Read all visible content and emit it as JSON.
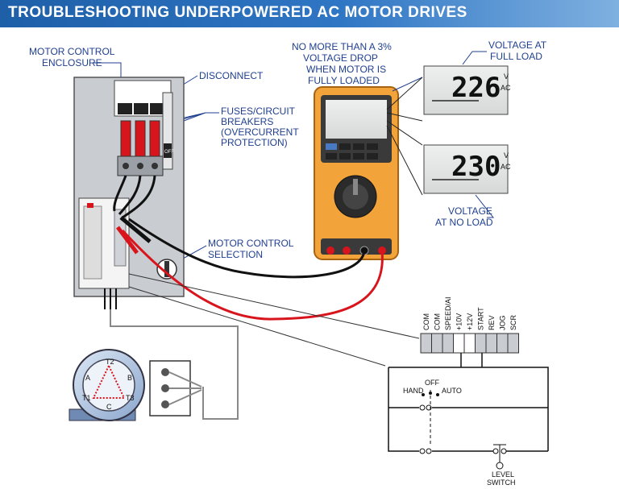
{
  "title": "TROUBLESHOOTING UNDERPOWERED AC MOTOR DRIVES",
  "labels": {
    "enclosure_l1": "MOTOR CONTROL",
    "enclosure_l2": "ENCLOSURE",
    "disconnect": "DISCONNECT",
    "fuses_l1": "FUSES/CIRCUIT",
    "fuses_l2": "BREAKERS",
    "fuses_l3": "(OVERCURRENT",
    "fuses_l4": "PROTECTION)",
    "selection_l1": "MOTOR CONTROL",
    "selection_l2": "SELECTION",
    "drop_l1": "NO MORE THAN A 3%",
    "drop_l2": "VOLTAGE DROP",
    "drop_l3": "WHEN MOTOR IS",
    "drop_l4": "FULLY LOADED",
    "full_l1": "VOLTAGE AT",
    "full_l2": "FULL LOAD",
    "noload_l1": "VOLTAGE",
    "noload_l2": "AT NO LOAD",
    "level_l1": "LEVEL",
    "level_l2": "SWITCH",
    "hand": "HAND",
    "off": "OFF",
    "auto": "AUTO"
  },
  "readings": {
    "full_load": "226",
    "no_load": "230",
    "unit_ac": "AC",
    "unit_v": "V"
  },
  "terminals": [
    "COM",
    "COM",
    "SPEED/AI",
    "+10V",
    "+12V",
    "START",
    "REV",
    "JOG",
    "SCR"
  ],
  "motor": {
    "a": "A",
    "b": "B",
    "c": "C",
    "t1": "T1",
    "t2": "T2",
    "t3": "T3"
  },
  "switch_label": "OFF",
  "colors": {
    "banner": "#2f76c4",
    "label_text": "#1f3f8f",
    "meter_body": "#f2a33a",
    "enclosure": "#c9ccd1",
    "test_lead_red": "#d8141c",
    "test_lead_black": "#111111"
  }
}
